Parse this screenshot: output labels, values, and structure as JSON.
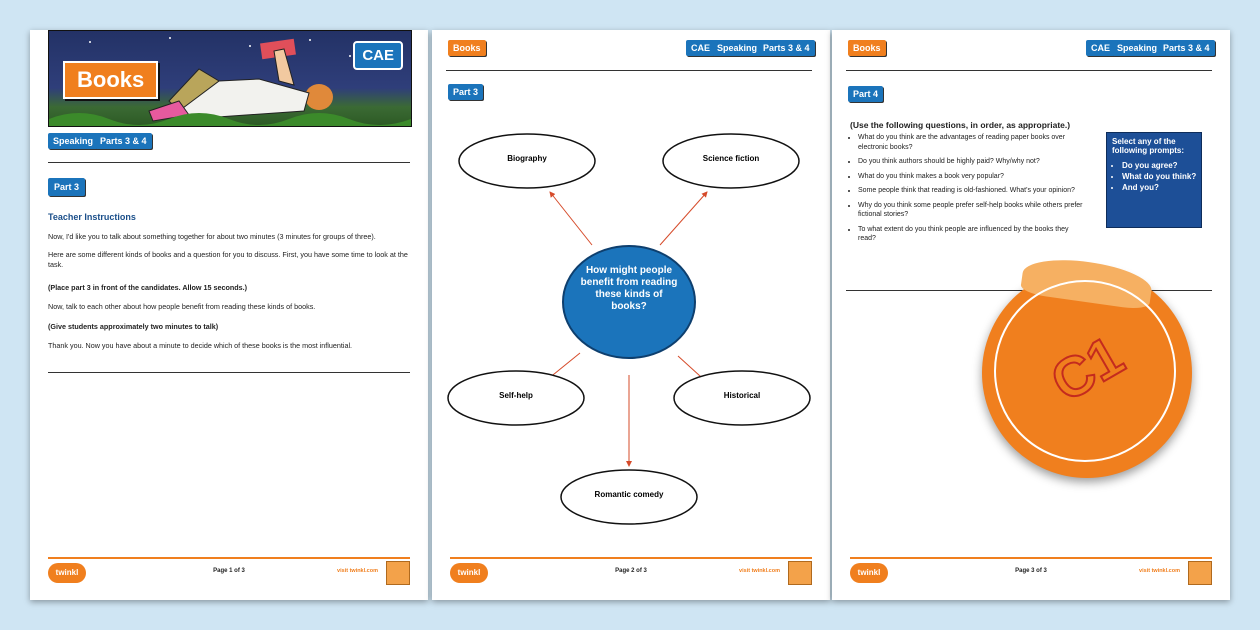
{
  "colors": {
    "blue": "#1b74bb",
    "orange": "#f07f1e",
    "navy": "#1d4f97"
  },
  "page1": {
    "banner_title": "Books",
    "banner_badge": "CAE",
    "tags": [
      "Speaking",
      "Parts 3 & 4"
    ],
    "part_label": "Part 3",
    "section_title": "Teacher Instructions",
    "paragraphs": [
      "Now, I'd like you to talk about something together for about two minutes (3 minutes for groups of three).",
      "Here are some different kinds of books and a question for you to discuss. First, you have some time to look at the task.",
      "(Place part 3 in front of the candidates. Allow 15 seconds.)",
      "Now, talk to each other about how people benefit from reading these kinds of books.",
      "(Give students approximately two minutes to talk)",
      "Thank you. Now you have about a minute to decide which of these books is the most influential."
    ],
    "footer": {
      "logo": "twinkl ESL",
      "page": "Page 1 of 3",
      "visit": "visit twinkl.com"
    }
  },
  "page2": {
    "header_tag": "Books",
    "tags": [
      "CAE",
      "Speaking",
      "Parts 3 & 4"
    ],
    "part_label": "Part 3",
    "center": "How might people benefit from reading these kinds of books?",
    "nodes": [
      "Biography",
      "Science fiction",
      "Self-help",
      "Historical",
      "Romantic comedy"
    ],
    "footer": {
      "logo": "twinkl ESL",
      "page": "Page 2 of 3",
      "visit": "visit twinkl.com"
    }
  },
  "page3": {
    "header_tag": "Books",
    "tags": [
      "CAE",
      "Speaking",
      "Parts 3 & 4"
    ],
    "part_label": "Part 4",
    "intro": "(Use the following questions, in order, as appropriate.)",
    "questions": [
      "What do you think are the advantages of reading paper books over electronic books?",
      "Do you think authors should be highly paid? Why/why not?",
      "What do you think makes a book very popular?",
      "Some people think that reading is old-fashioned. What's your opinion?",
      "Why do you think some people prefer self-help books while others prefer fictional stories?",
      "To what extent do you think people are influenced by the books they read?"
    ],
    "prompt_title": "Select any of the following prompts:",
    "prompts": [
      "Do you agree?",
      "What do you think?",
      "And you?"
    ],
    "level_badge": "C1",
    "footer": {
      "logo": "twinkl ESL",
      "page": "Page 3 of 3",
      "visit": "visit twinkl.com"
    }
  }
}
